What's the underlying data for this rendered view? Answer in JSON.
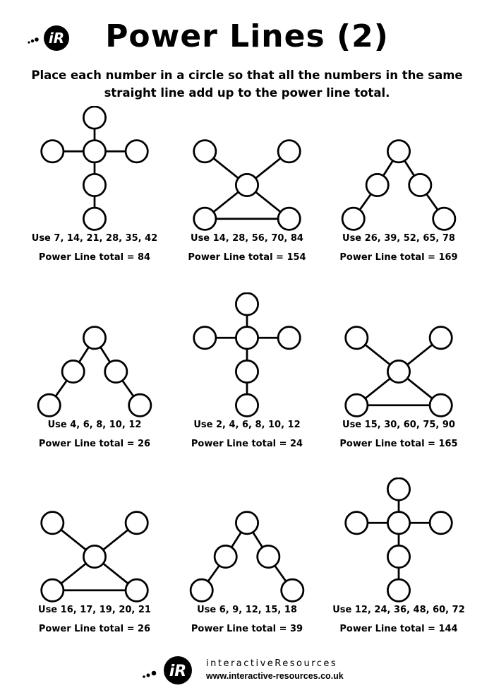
{
  "header": {
    "title": "Power Lines (2)",
    "instructions": "Place each number in a circle so that all the numbers in the same straight line add up to the power line total."
  },
  "puzzles": [
    {
      "shape": "cross",
      "use": "Use 7, 14, 21, 28, 35, 42",
      "total": "Power Line total = 84"
    },
    {
      "shape": "x",
      "use": "Use 14, 28, 56, 70, 84",
      "total": "Power Line total = 154"
    },
    {
      "shape": "lambda",
      "use": "Use 26, 39, 52, 65, 78",
      "total": "Power Line total = 169"
    },
    {
      "shape": "lambda",
      "use": "Use 4, 6, 8, 10, 12",
      "total": "Power Line total = 26"
    },
    {
      "shape": "cross",
      "use": "Use 2, 4, 6, 8, 10, 12",
      "total": "Power Line total = 24"
    },
    {
      "shape": "x",
      "use": "Use 15, 30, 60, 75, 90",
      "total": "Power Line total = 165"
    },
    {
      "shape": "x",
      "use": "Use 16, 17, 19, 20, 21",
      "total": "Power Line total = 26"
    },
    {
      "shape": "lambda",
      "use": "Use 6, 9, 12, 15, 18",
      "total": "Power Line total = 39"
    },
    {
      "shape": "cross",
      "use": "Use 12, 24, 36, 48, 60, 72",
      "total": "Power Line total = 144"
    }
  ],
  "footer": {
    "logo_text": "iR",
    "brand": "interactiveResources",
    "url": "www.interactive-resources.co.uk"
  }
}
